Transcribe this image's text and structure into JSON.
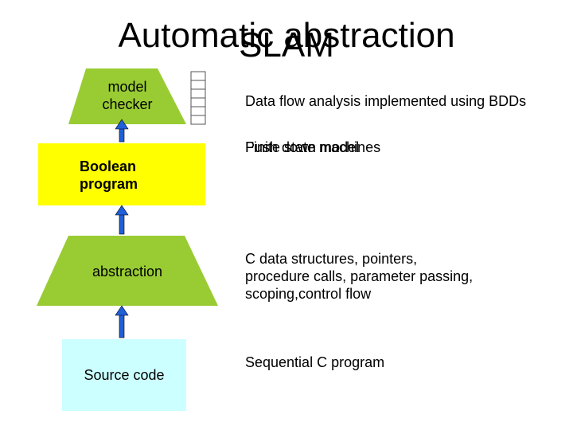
{
  "title": {
    "line1": "Automatic abstraction",
    "line2": "SLAM"
  },
  "diagram": {
    "colors": {
      "trapezoid": "#99cc33",
      "boolean_box": "#ffff00",
      "source_box": "#ccffff",
      "arrow": "#1f5fd9",
      "stack_outline": "#555555"
    },
    "stages": {
      "model_checker": {
        "line1": "model",
        "line2": "checker"
      },
      "boolean_program": {
        "line1": "Boolean",
        "line2": "program"
      },
      "abstraction": {
        "label": "abstraction"
      },
      "source_code": {
        "label": "Source code"
      }
    }
  },
  "descriptions": {
    "model_checker": "Data flow analysis implemented using BDDs",
    "boolean_program_a": "Finite state machines",
    "boolean_program_b": "Push down model",
    "abstraction": {
      "line1": "C data structures, pointers,",
      "line2": "procedure calls, parameter passing,",
      "line3": "scoping,control flow"
    },
    "source_code": "Sequential C program"
  }
}
